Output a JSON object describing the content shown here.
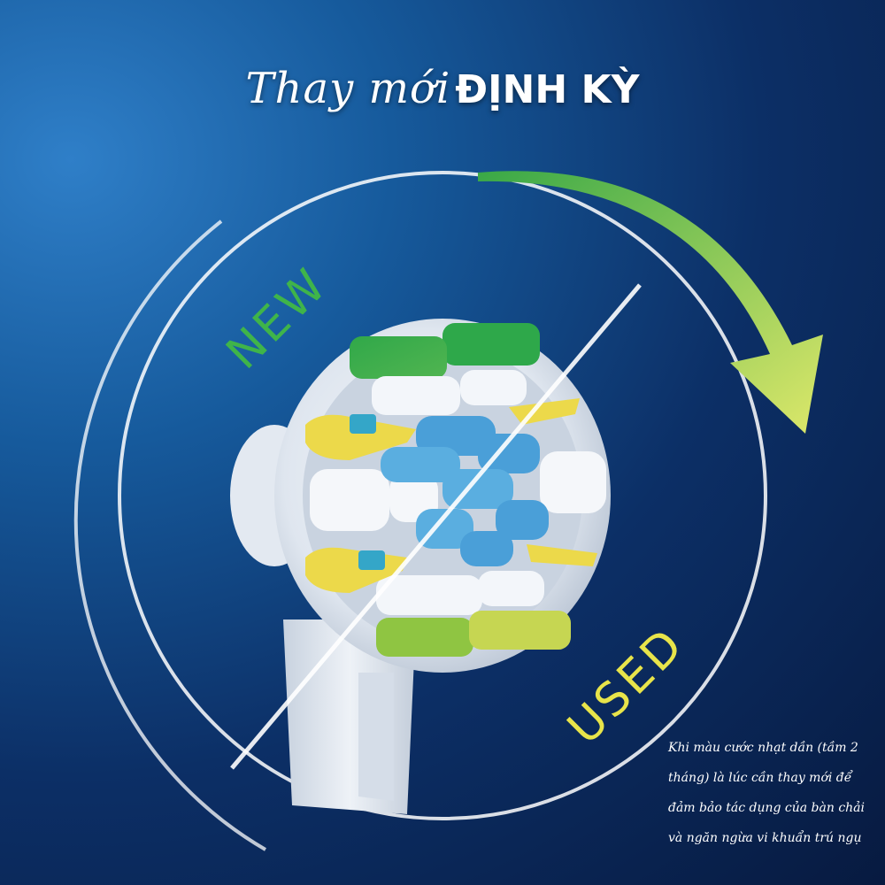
{
  "title": {
    "script_part": "Thay mới",
    "bold_part": "ĐỊNH KỲ"
  },
  "labels": {
    "new": "NEW",
    "used": "USED"
  },
  "note_lines": [
    "Khi màu cước nhạt dần (tầm 2",
    "tháng) là lúc cần thay mới để",
    "đảm bảo tác dụng của bàn chải",
    "và ngăn ngừa vi khuẩn trú ngụ"
  ],
  "colors": {
    "new_label": "#3fb44a",
    "used_label": "#e8e44a",
    "arrow_start": "#39a847",
    "arrow_end": "#dde86a",
    "background_dark": "#071a40",
    "background_light": "#2f7fc8"
  },
  "icons": {
    "arrow": "curved-arrow-icon",
    "divider": "diagonal-slash"
  }
}
